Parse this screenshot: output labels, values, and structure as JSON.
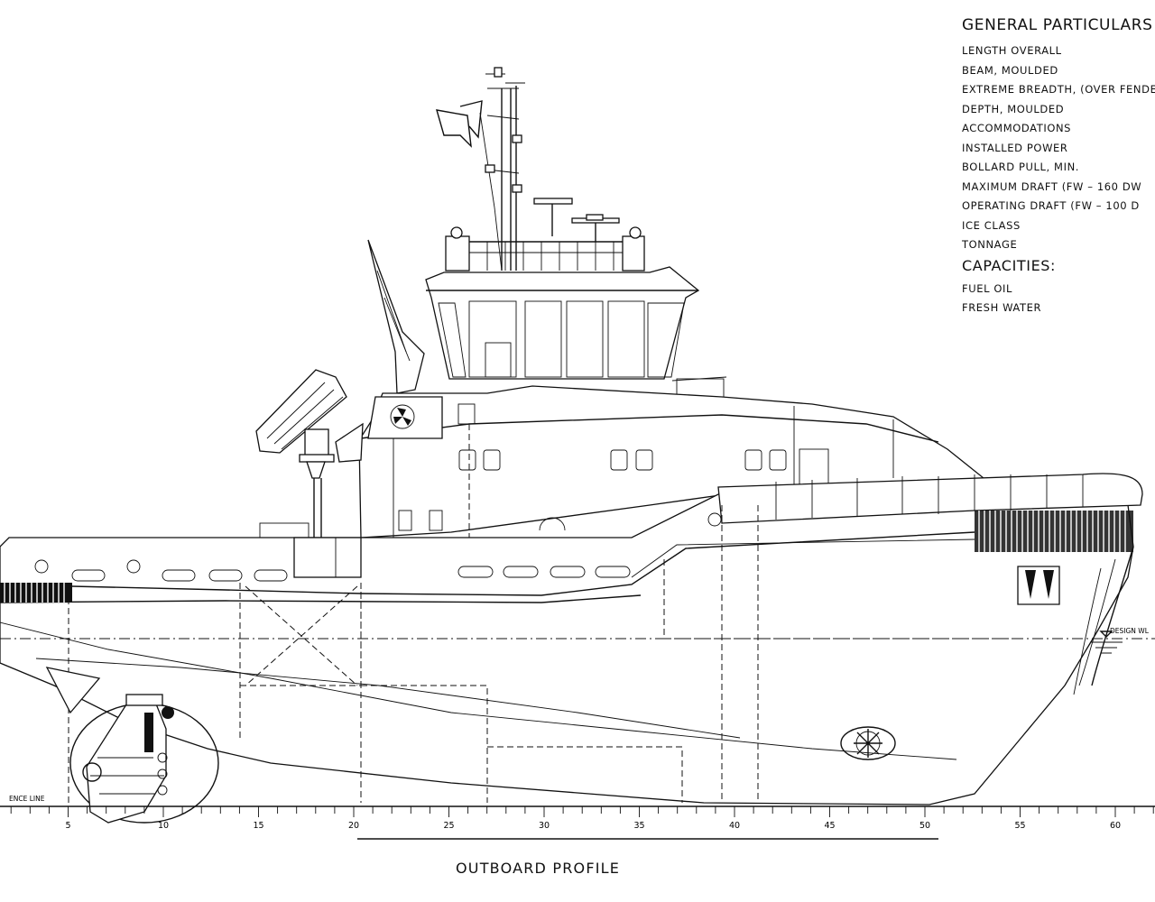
{
  "particulars": {
    "title": "GENERAL PARTICULARS",
    "items": [
      "LENGTH OVERALL",
      "BEAM, MOULDED",
      "EXTREME BREADTH, (OVER FENDE",
      "DEPTH, MOULDED",
      "ACCOMMODATIONS",
      "INSTALLED POWER",
      "BOLLARD PULL, MIN.",
      "MAXIMUM DRAFT (FW – 160 DW",
      "OPERATING DRAFT (FW – 100 D",
      "ICE CLASS",
      "TONNAGE"
    ],
    "capacities_title": "CAPACITIES:",
    "capacities": [
      "FUEL OIL",
      "FRESH WATER"
    ]
  },
  "drawing": {
    "caption": "OUTBOARD PROFILE",
    "waterline_label": "DESIGN WL",
    "baseline_label": "ENCE LINE",
    "frame_labels": [
      "5",
      "10",
      "15",
      "20",
      "25",
      "30",
      "35",
      "40",
      "45",
      "50",
      "55",
      "60"
    ]
  }
}
